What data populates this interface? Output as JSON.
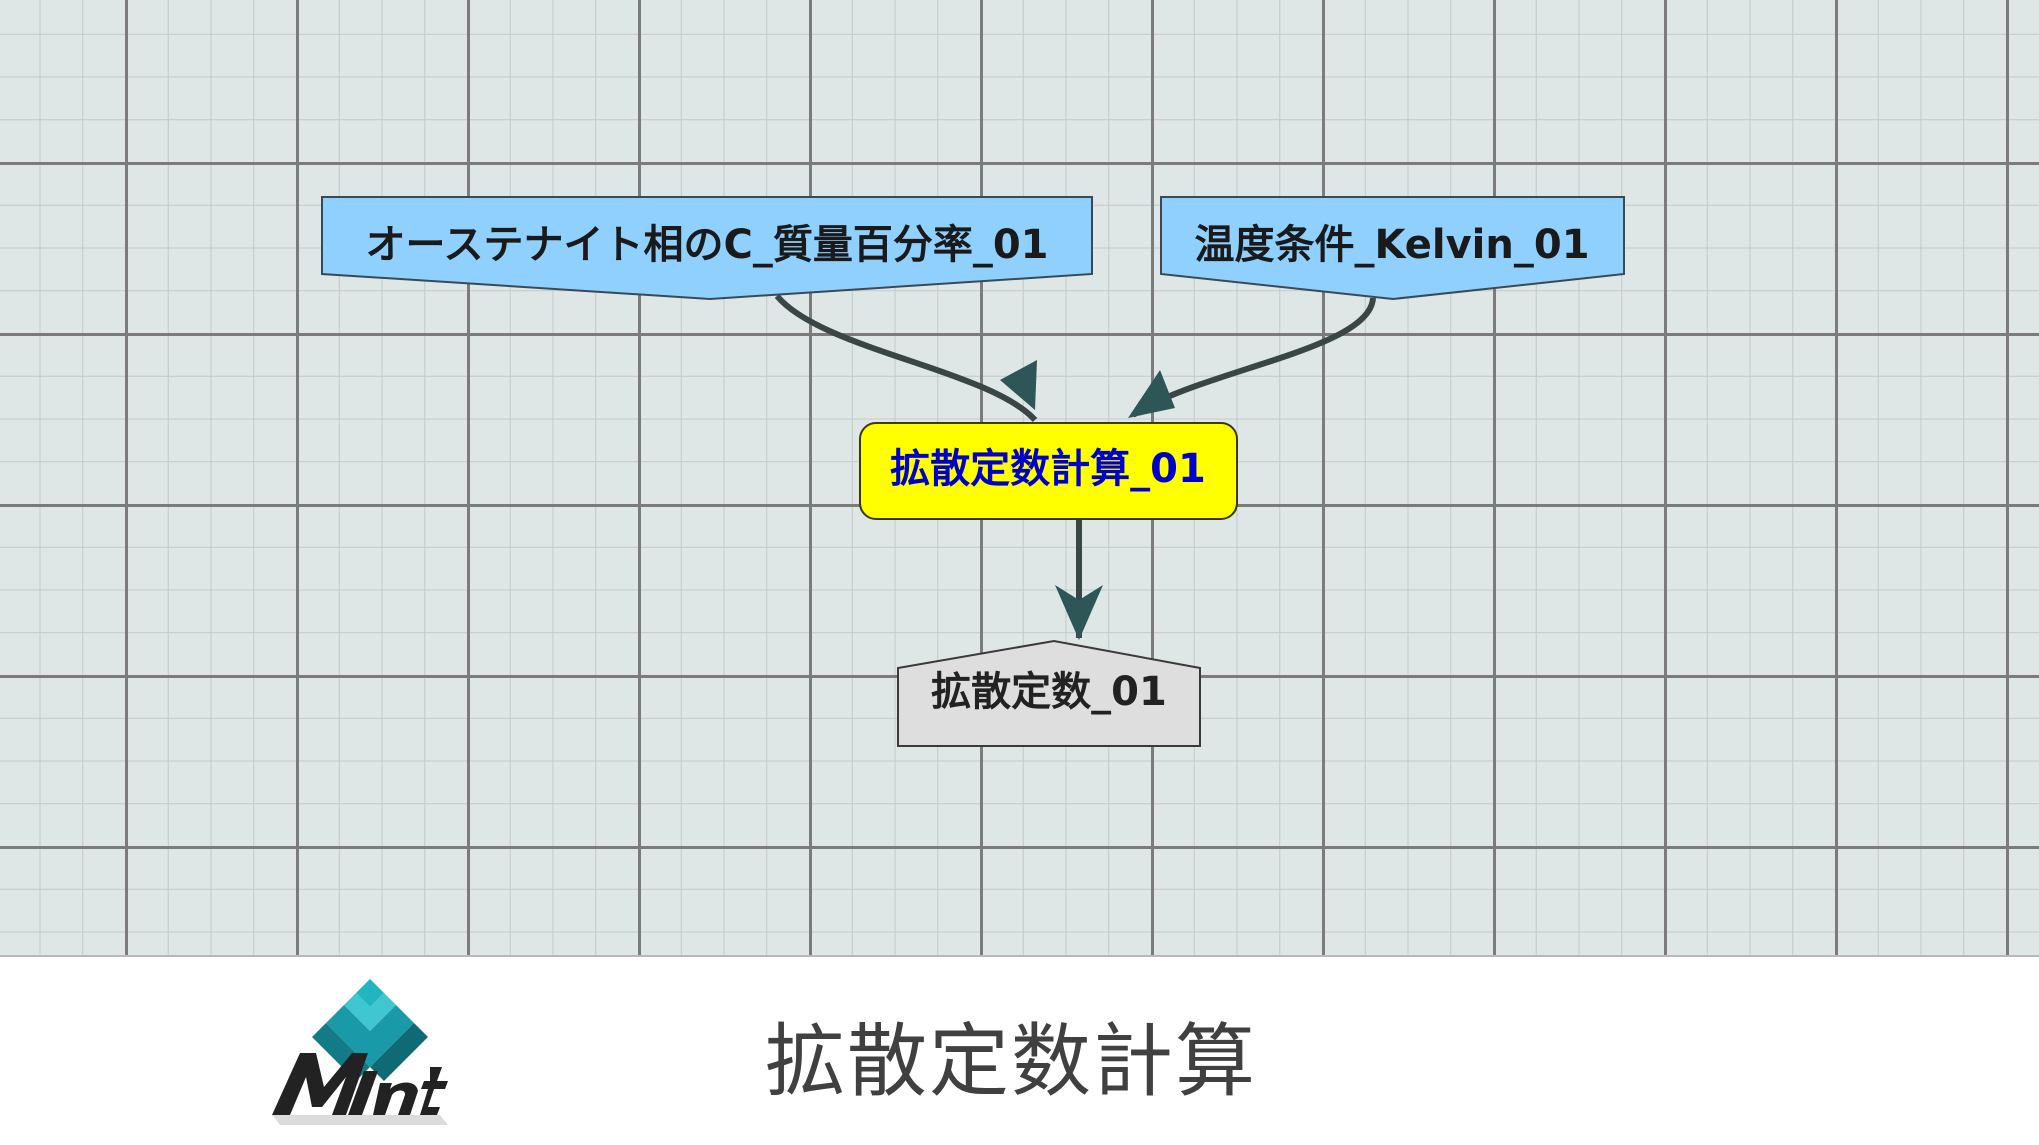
{
  "diagram": {
    "nodes": {
      "input_carbon": "オーステナイト相のC_質量百分率_01",
      "input_temp": "温度条件_Kelvin_01",
      "process": "拡散定数計算_01",
      "output": "拡散定数_01"
    },
    "colors": {
      "input_fill": "#8fd0ff",
      "process_fill": "#ffff00",
      "process_text": "#0000cc",
      "output_fill": "#dedede",
      "edge": "#3a4545",
      "arrowhead": "#2f5656"
    }
  },
  "footer": {
    "title": "拡散定数計算",
    "logo_text": "Mint"
  }
}
